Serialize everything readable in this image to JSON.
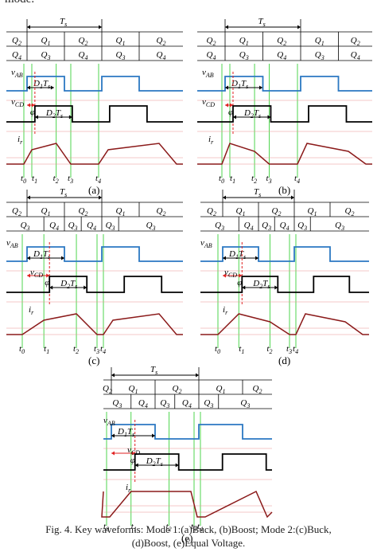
{
  "top_fragment": "mode.",
  "caption": {
    "line1": "Fig. 4.   Key waveforms: Mode 1:(a)Buck, (b)Boost; Mode 2:(c)Buck,",
    "line2": "(d)Boost, (e)Equal Voltage."
  },
  "labels": {
    "period": "Ts",
    "vab": "vAB",
    "vcd": "vCD",
    "ir": "ir",
    "d1": "D1Ts",
    "d2": "D2Ts",
    "phi": "φ",
    "t0": "t0",
    "t1": "t1",
    "t2": "t2",
    "t3": "t3",
    "t4": "t4"
  },
  "colors": {
    "vab": "#2b78c2",
    "ir": "#8b1a1a",
    "marker": "#3bd13b",
    "dashed": "#e02020",
    "grid": "#e89090"
  },
  "panels": [
    {
      "id": "a",
      "tag": "(a)",
      "row1": [
        "Q2",
        "Q1",
        "Q2",
        "Q1",
        "Q2"
      ],
      "row2": [
        "Q4",
        "Q3",
        "Q4",
        "Q3",
        "Q4"
      ]
    },
    {
      "id": "b",
      "tag": "(b)",
      "row1": [
        "Q2",
        "Q1",
        "Q2",
        "Q1",
        "Q2"
      ],
      "row2": [
        "Q4",
        "Q3",
        "Q4",
        "Q3",
        "Q4"
      ]
    },
    {
      "id": "c",
      "tag": "(c)",
      "row1": [
        "Q2",
        "Q1",
        "Q2",
        "Q1",
        "Q2"
      ],
      "row2": [
        "Q3",
        "Q4",
        "Q3",
        "Q4",
        "Q3"
      ]
    },
    {
      "id": "d",
      "tag": "(d)",
      "row1": [
        "Q2",
        "Q1",
        "Q2",
        "Q1",
        "Q2"
      ],
      "row2": [
        "Q3",
        "Q4",
        "Q3",
        "Q4",
        "Q3"
      ]
    },
    {
      "id": "e",
      "tag": "(e)",
      "row1": [
        "Q2",
        "Q1",
        "Q2",
        "Q1",
        "Q2"
      ],
      "row2": [
        "Q3",
        "Q4",
        "Q3",
        "Q4",
        "Q3"
      ]
    }
  ]
}
